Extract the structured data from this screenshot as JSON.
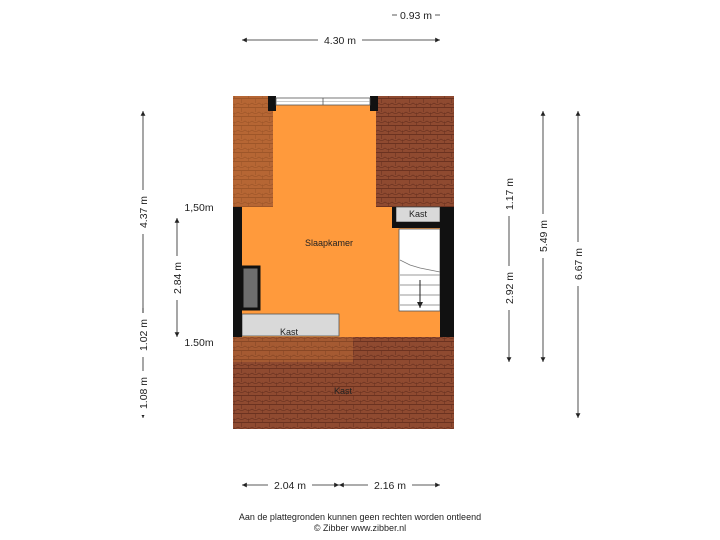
{
  "rooms": {
    "slaapkamer": "Slaapkamer",
    "kast_left": "Kast",
    "kast_right": "Kast",
    "kast_bottom": "Kast"
  },
  "dimensions": {
    "top_small": "0.93 m",
    "top_width": "4.30 m",
    "left_total": "4.37 m",
    "left_lower_a": "1.02 m",
    "left_lower_b": "1.08 m",
    "inner_height": "2.84 m",
    "inner_top_label": "1,50m",
    "inner_bottom_label": "1.50m",
    "right_a_top": "1.17 m",
    "right_a_bottom": "2.92 m",
    "right_b": "5.49 m",
    "right_c": "6.67 m",
    "bottom_left": "2.04 m",
    "bottom_right": "2.16 m"
  },
  "footer": {
    "line1": "Aan de plattegronden kunnen geen rechten worden ontleend",
    "line2": "© Zibber www.zibber.nl"
  },
  "colors": {
    "floor_orange": "#ff9a3c",
    "roof_tile": "#8f4a30",
    "wall": "#111111",
    "closet": "#d9d9d9"
  }
}
